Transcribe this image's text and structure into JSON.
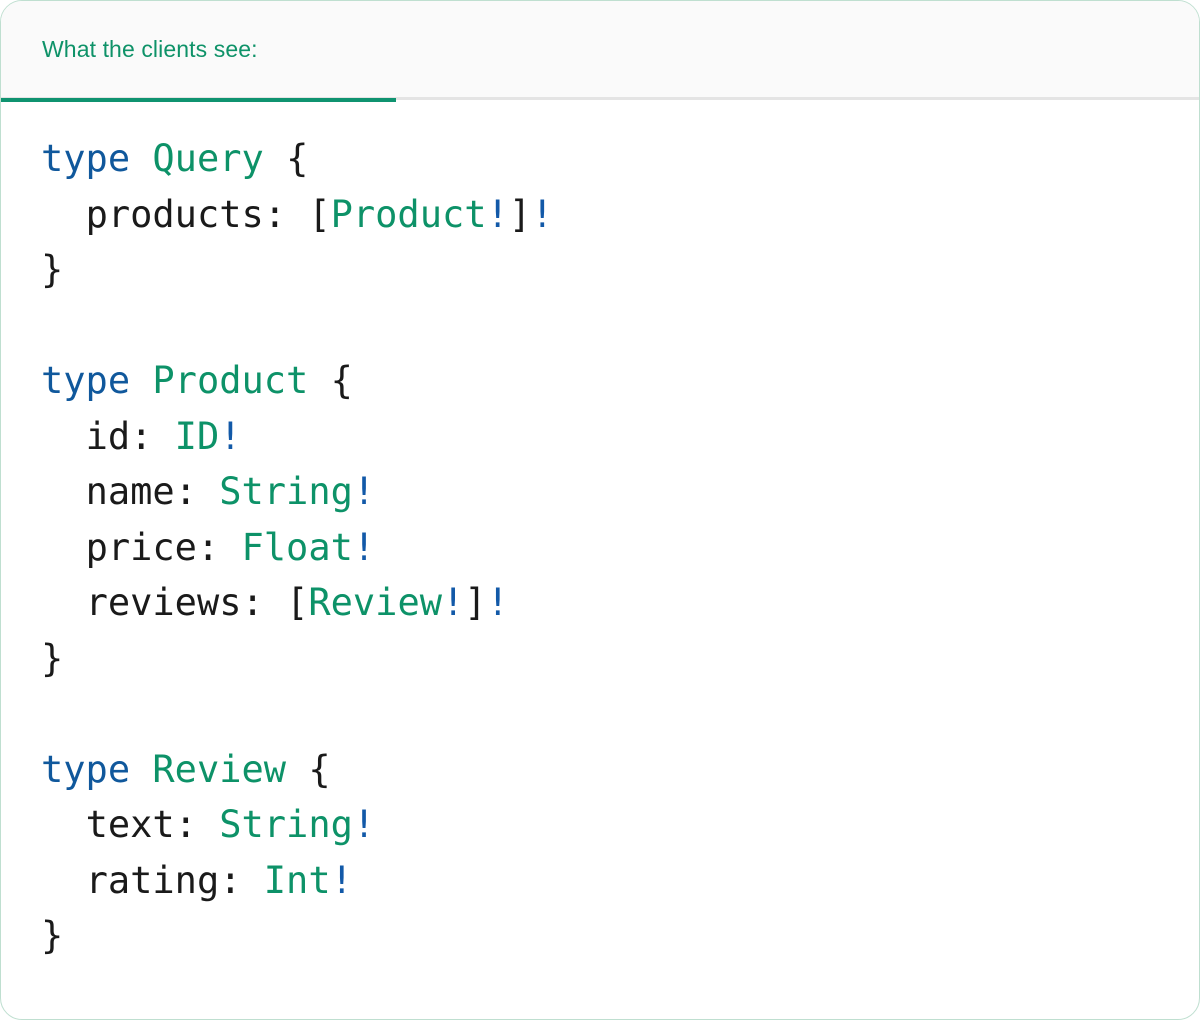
{
  "card": {
    "accent_color": "#0f9370",
    "border_color": "#bfdfd0",
    "background": "#ffffff"
  },
  "header": {
    "background": "#fafafa",
    "active_tab_label": "What the clients see:",
    "active_tab_color": "#0e9268",
    "underline_color": "#0f9370",
    "border_color": "#e4e4e4"
  },
  "code": {
    "language": "graphql",
    "colors": {
      "keyword": "#10589c",
      "type_name": "#0d9268",
      "punctuation": "#1a1a1a",
      "field_name": "#1a1a1a",
      "non_null": "#1259a8"
    },
    "lines": [
      {
        "kind": "open",
        "keyword": "type",
        "name": "Query",
        "brace": "{"
      },
      {
        "kind": "field",
        "indent": "  ",
        "name": "products:",
        "bracket_open": "[",
        "type": "Product",
        "inner_bang": "!",
        "bracket_close": "]",
        "outer_bang": "!"
      },
      {
        "kind": "close",
        "brace": "}"
      },
      {
        "kind": "blank"
      },
      {
        "kind": "open",
        "keyword": "type",
        "name": "Product",
        "brace": "{"
      },
      {
        "kind": "field",
        "indent": "  ",
        "name": "id:",
        "type": "ID",
        "outer_bang": "!"
      },
      {
        "kind": "field",
        "indent": "  ",
        "name": "name:",
        "type": "String",
        "outer_bang": "!"
      },
      {
        "kind": "field",
        "indent": "  ",
        "name": "price:",
        "type": "Float",
        "outer_bang": "!"
      },
      {
        "kind": "field",
        "indent": "  ",
        "name": "reviews:",
        "bracket_open": "[",
        "type": "Review",
        "inner_bang": "!",
        "bracket_close": "]",
        "outer_bang": "!"
      },
      {
        "kind": "close",
        "brace": "}"
      },
      {
        "kind": "blank"
      },
      {
        "kind": "open",
        "keyword": "type",
        "name": "Review",
        "brace": "{"
      },
      {
        "kind": "field",
        "indent": "  ",
        "name": "text:",
        "type": "String",
        "outer_bang": "!"
      },
      {
        "kind": "field",
        "indent": "  ",
        "name": "rating:",
        "type": "Int",
        "outer_bang": "!"
      },
      {
        "kind": "close",
        "brace": "}"
      }
    ]
  }
}
